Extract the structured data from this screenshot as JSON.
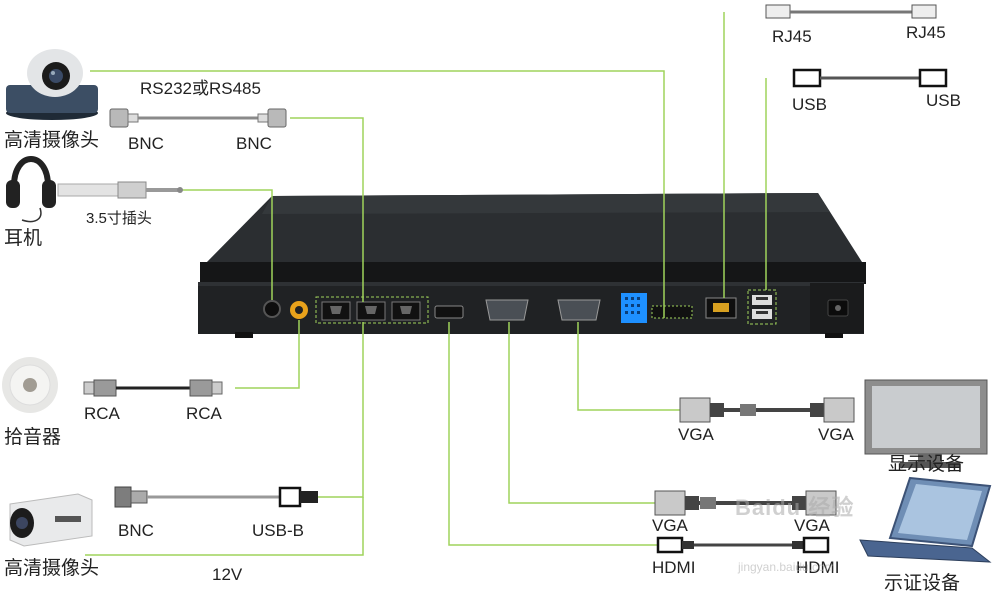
{
  "colors": {
    "wire": "#9fd35b",
    "device_body": "#1b1d1f",
    "device_top": "#2a2d30",
    "port_highlight": "#1e90ff"
  },
  "labels": {
    "camera_top": "高清摄像头",
    "camera_bottom": "高清摄像头",
    "headphones": "耳机",
    "microphone": "拾音器",
    "display": "显示设备",
    "presentation": "示证设备",
    "rs232": "RS232或RS485",
    "bnc_left_top": "BNC",
    "bnc_right_top": "BNC",
    "jack": "3.5寸插头",
    "rca_left": "RCA",
    "rca_right": "RCA",
    "bnc_bottom": "BNC",
    "usb_b": "USB-B",
    "power": "12V",
    "rj45_left": "RJ45",
    "rj45_right": "RJ45",
    "usb_left": "USB",
    "usb_right": "USB",
    "vga_top_left": "VGA",
    "vga_top_right": "VGA",
    "vga_bottom_left": "VGA",
    "vga_bottom_right": "VGA",
    "hdmi_left": "HDMI",
    "hdmi_right": "HDMI"
  },
  "watermark": {
    "brand": "Baidu 经验",
    "url": "jingyan.baidu.com"
  }
}
